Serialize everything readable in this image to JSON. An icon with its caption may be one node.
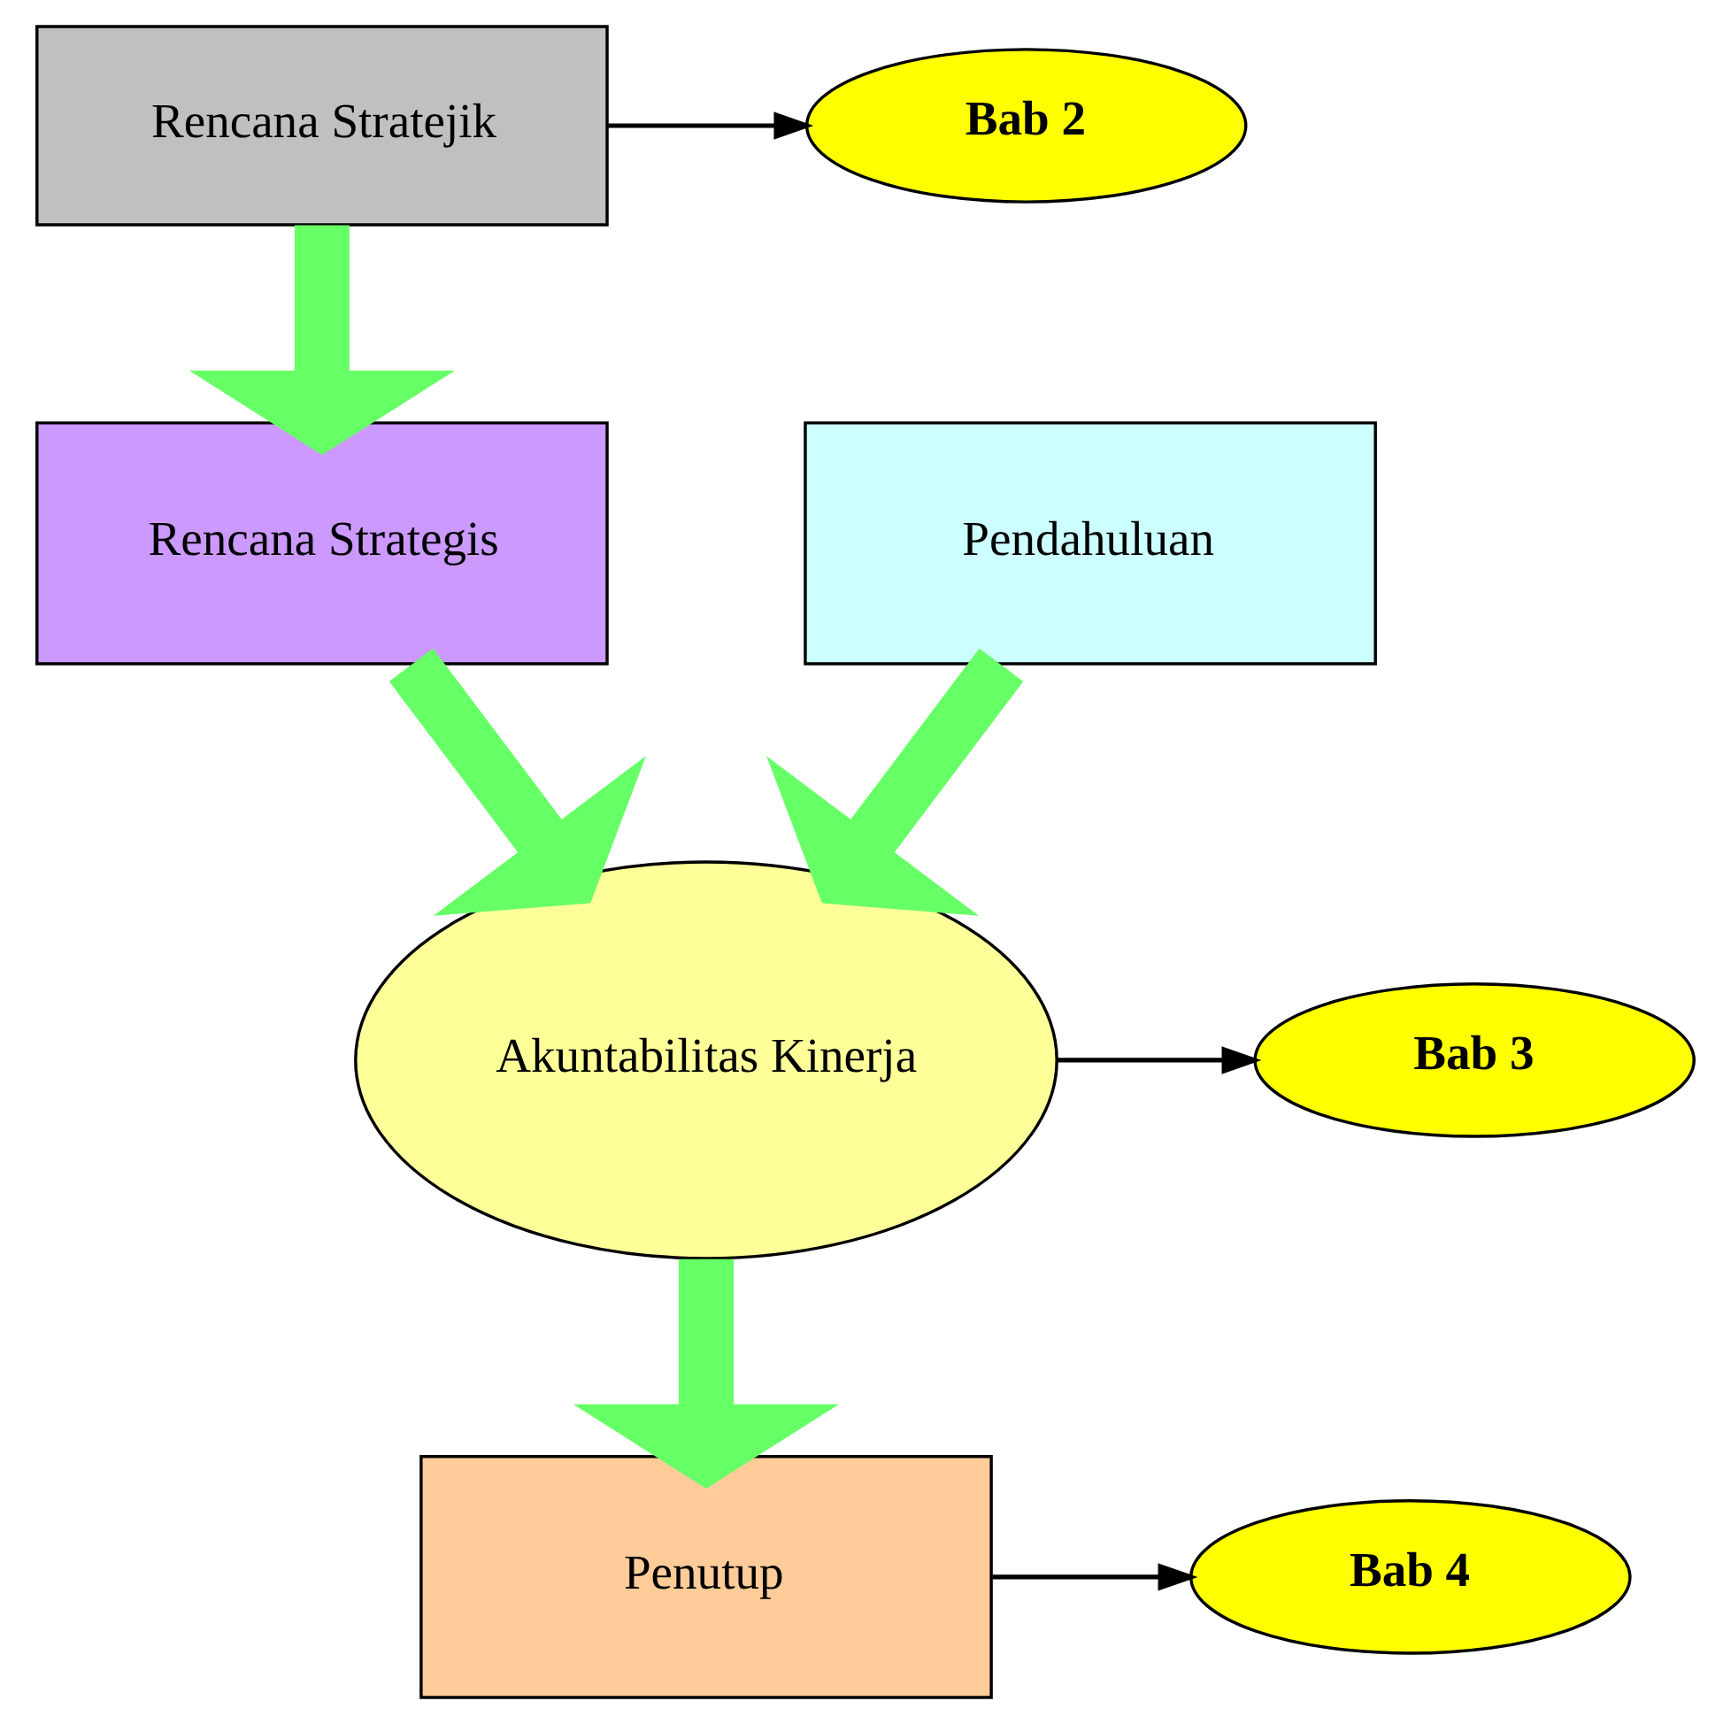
{
  "diagram": {
    "nodes": [
      {
        "text": [
          "Rencana Stratejik"
        ]
      },
      {
        "text": [
          "Bab 2"
        ]
      },
      {
        "text": [
          "Pendahuluan"
        ]
      },
      {
        "text": [
          "Rencana Strategis"
        ]
      },
      {
        "text": [
          "Akuntabilitas Kinerja"
        ]
      },
      {
        "text": [
          "Bab 3"
        ]
      },
      {
        "text": [
          "Penutup"
        ]
      },
      {
        "text": [
          "Bab 4"
        ]
      }
    ],
    "edges": [
      {
        "from": 0,
        "to": 1,
        "arrow": "to",
        "color": "#000000"
      },
      {
        "from": 0,
        "to": 3,
        "arrow": "to"
      },
      {
        "from": 2,
        "to": 4,
        "arrow": "to"
      },
      {
        "from": 3,
        "to": 4,
        "arrow": "to"
      },
      {
        "from": 4,
        "to": 5,
        "arrow": "to",
        "color": "#000000"
      },
      {
        "from": 4,
        "to": 6,
        "arrow": "to"
      },
      {
        "from": 6,
        "to": 7,
        "arrow": "to",
        "color": "#000000"
      }
    ]
  }
}
